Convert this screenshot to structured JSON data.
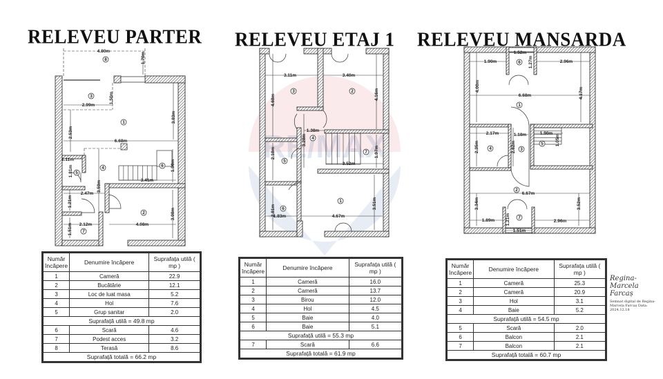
{
  "titles": {
    "parter": "RELEVEU PARTER",
    "etaj": "RELEVEU ETAJ 1",
    "mansarda": "RELEVEU MANSARDA"
  },
  "watermark": {
    "text": "RE/MAX",
    "colors": {
      "red": "#d6303c",
      "blue": "#1f4f9c"
    }
  },
  "plans": {
    "parter": {
      "dims": [
        "4.80m",
        "1.70m",
        "1.50m",
        "2.99m",
        "3.83m",
        "2.53m",
        "6.68m",
        "1.11m",
        "1.81m",
        "3.59m",
        "1.96m",
        "3.41m",
        "2.47m",
        "1.21m",
        "3.08m",
        "4.08m",
        "2.12m",
        "1.51m"
      ],
      "rooms": [
        "8",
        "3",
        "1",
        "5",
        "4",
        "6",
        "2",
        "7"
      ]
    },
    "etaj": {
      "dims": [
        "3.11m",
        "3.40m",
        "4.68m",
        "4.16m",
        "1.38m",
        "3.28m",
        "1.97m",
        "3.52m",
        "2.18m",
        "3.51m",
        "2.81m",
        "1.83m",
        "4.67m"
      ],
      "rooms": [
        "3",
        "2",
        "4",
        "7",
        "5",
        "1",
        "6"
      ]
    },
    "mansarda": {
      "dims": [
        "1.52m",
        "1.27m",
        "1.90m",
        "2.96m",
        "4.00m",
        "6.68m",
        "4.17m",
        "2.17m",
        "1.18m",
        "1.90m",
        "1.05m",
        "2.62m",
        "2.35m",
        "6.67m",
        "3.34m",
        "3.52m",
        "1.21m",
        "1.89m",
        "2.96m",
        "1.51m"
      ],
      "rooms": [
        "6",
        "1",
        "5",
        "4",
        "3",
        "2",
        "7"
      ]
    }
  },
  "tables": {
    "headers": [
      "Număr încăpere",
      "Denumire încăpere",
      "Suprafața utilă ( mp )"
    ],
    "parter": {
      "rows_a": [
        [
          "1",
          "Cameră",
          "22.9"
        ],
        [
          "2",
          "Bucătărie",
          "12.1"
        ],
        [
          "3",
          "Loc de luat masa",
          "5.2"
        ],
        [
          "4",
          "Hol",
          "7.6"
        ],
        [
          "5",
          "Grup sanitar",
          "2.0"
        ]
      ],
      "subtotal": "Suprafață utilă = 49.8 mp",
      "rows_b": [
        [
          "6",
          "Scară",
          "4.6"
        ],
        [
          "7",
          "Podest acces",
          "3.2"
        ],
        [
          "8",
          "Terasă",
          "8.6"
        ]
      ],
      "total": "Suprafață totală = 66.2 mp"
    },
    "etaj": {
      "rows_a": [
        [
          "1",
          "Cameră",
          "16.0"
        ],
        [
          "2",
          "Cameră",
          "13.7"
        ],
        [
          "3",
          "Birou",
          "12.0"
        ],
        [
          "4",
          "Hol",
          "4.5"
        ],
        [
          "5",
          "Baie",
          "4.0"
        ],
        [
          "6",
          "Baie",
          "5.1"
        ]
      ],
      "subtotal": "Suprafață utilă = 55.3 mp",
      "rows_b": [
        [
          "7",
          "Scară",
          "6.6"
        ]
      ],
      "total": "Suprafață totală = 61.9 mp"
    },
    "mansarda": {
      "rows_a": [
        [
          "1",
          "Cameră",
          "25.3"
        ],
        [
          "2",
          "Cameră",
          "20.9"
        ],
        [
          "3",
          "Hol",
          "3.1"
        ],
        [
          "4",
          "Baie",
          "5.2"
        ]
      ],
      "subtotal": "Suprafață utilă = 54.5 mp",
      "rows_b": [
        [
          "5",
          "Scară",
          "2.0"
        ],
        [
          "6",
          "Balcon",
          "2.1"
        ],
        [
          "7",
          "Balcon",
          "2.1"
        ]
      ],
      "total": "Suprafață totală = 60.7 mp"
    }
  },
  "signature": {
    "name": "Regina-Marcela Farcaș",
    "stamp": "Semnat digital de Regina-Marcela Farcaș Data: 2024.12.18"
  }
}
